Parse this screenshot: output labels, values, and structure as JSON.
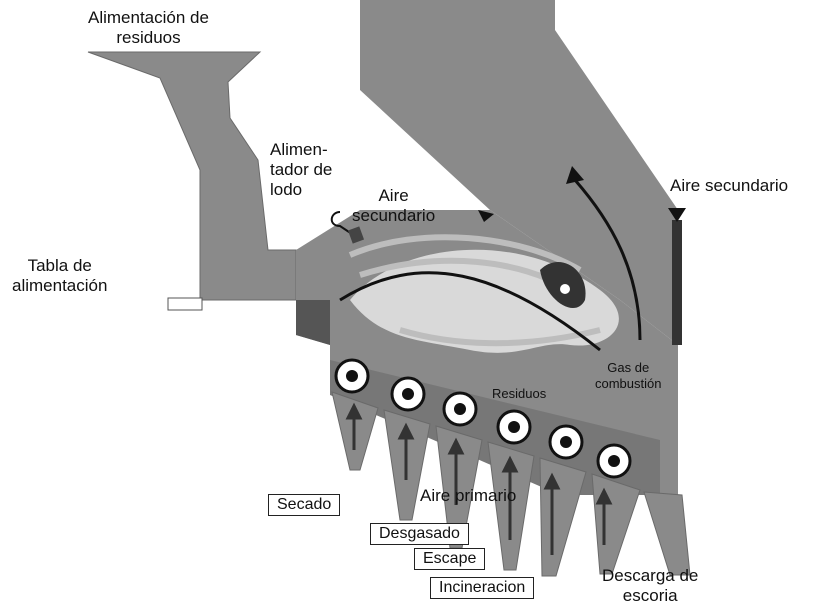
{
  "labels": {
    "alimentacion_residuos": "Alimentación de\nresiduos",
    "alimentador_lodo": "Alimen-\ntador de\nlodo",
    "aire_secundario_left": "Aire\nsecundario",
    "aire_secundario_right": "Aire secundario",
    "tabla_alimentacion": "Tabla de\nalimentación",
    "gas_combustion": "Gas de\ncombustión",
    "residuos": "Residuos",
    "aire_primario": "Aire primario",
    "descarga_escoria": "Descarga de\nescoria"
  },
  "stages": {
    "secado": "Secado",
    "desgasado": "Desgasado",
    "escape": "Escape",
    "incineracion": "Incineracion"
  },
  "colors": {
    "body_gray": "#8a8a8a",
    "dark_gray": "#555555",
    "light_gray": "#bdbdbd",
    "flame_light": "#d9d9d9",
    "outline": "#1a1a1a"
  }
}
